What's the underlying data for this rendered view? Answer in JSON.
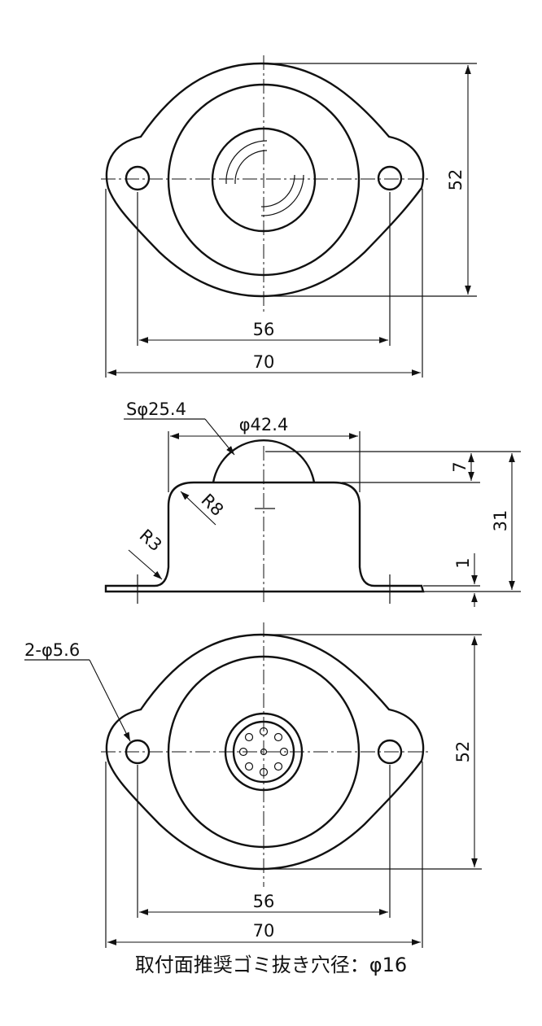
{
  "top_view": {
    "dim_height": "52",
    "dim_hole_pitch": "56",
    "dim_width": "70"
  },
  "side_view": {
    "dim_ball": "Sφ25.4",
    "dim_dome": "φ42.4",
    "dim_protrusion": "7",
    "dim_total_height": "31",
    "dim_plate": "1",
    "dim_radius_top": "R8",
    "dim_radius_base": "R3"
  },
  "bottom_view": {
    "dim_holes": "2-φ5.6",
    "dim_height": "52",
    "dim_hole_pitch": "56",
    "dim_width": "70"
  },
  "note": "取付面推奨ゴミ抜き穴径：φ16"
}
